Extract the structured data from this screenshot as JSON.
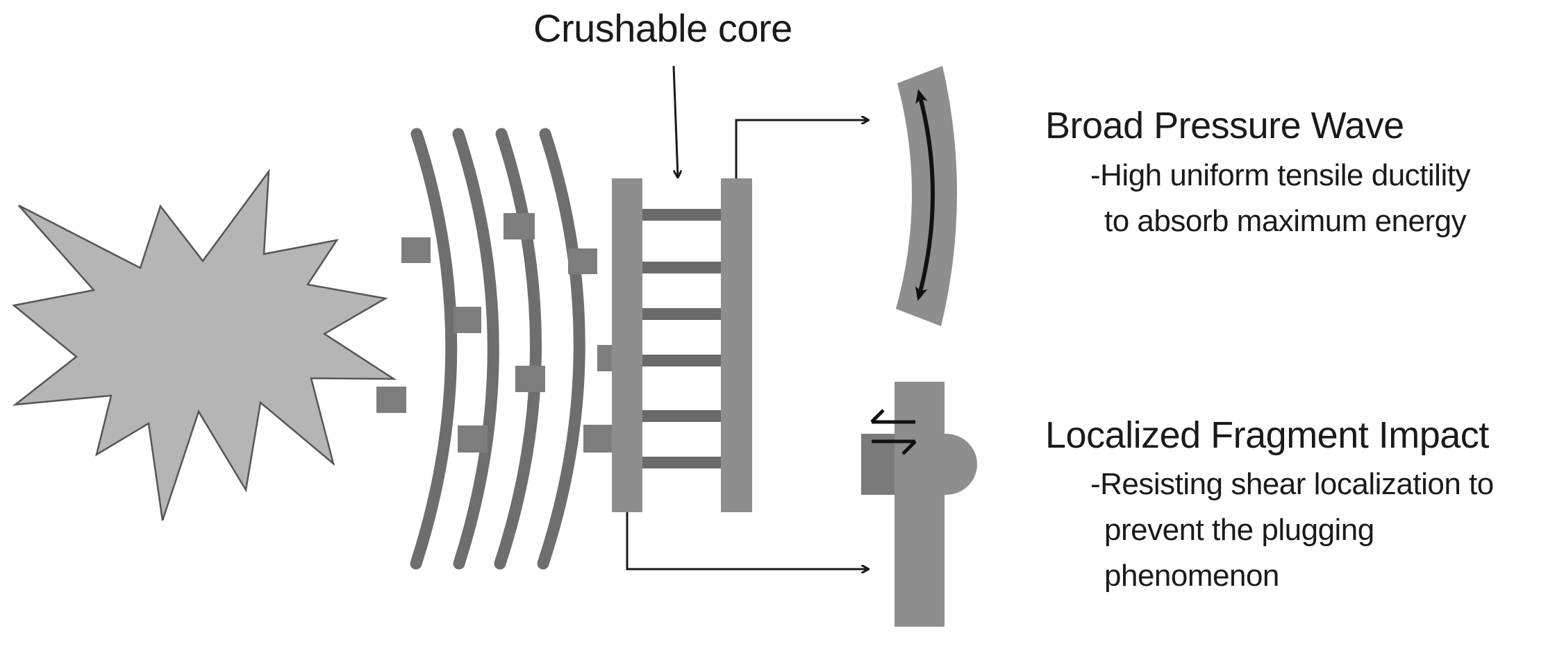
{
  "diagram": {
    "core_label": "Crushable core",
    "broad": {
      "heading": "Broad Pressure Wave",
      "lines": [
        "-High uniform tensile ductility",
        "to absorb maximum energy"
      ]
    },
    "localized": {
      "heading": "Localized Fragment Impact",
      "lines": [
        "-Resisting shear localization to",
        "prevent the plugging",
        "phenomenon"
      ]
    },
    "colors": {
      "star_fill": "#b5b5b5",
      "star_stroke": "#555555",
      "wave": "#6e6e6e",
      "fragment": "#7d7d7d",
      "plate": "#8e8e8e",
      "rung": "#6a6a6a",
      "arrow": "#1a1a1a"
    },
    "elements": {
      "explosion": "starburst",
      "pressure_wave_count": 4,
      "fragment_count": 9,
      "core_rung_count": 6
    }
  }
}
